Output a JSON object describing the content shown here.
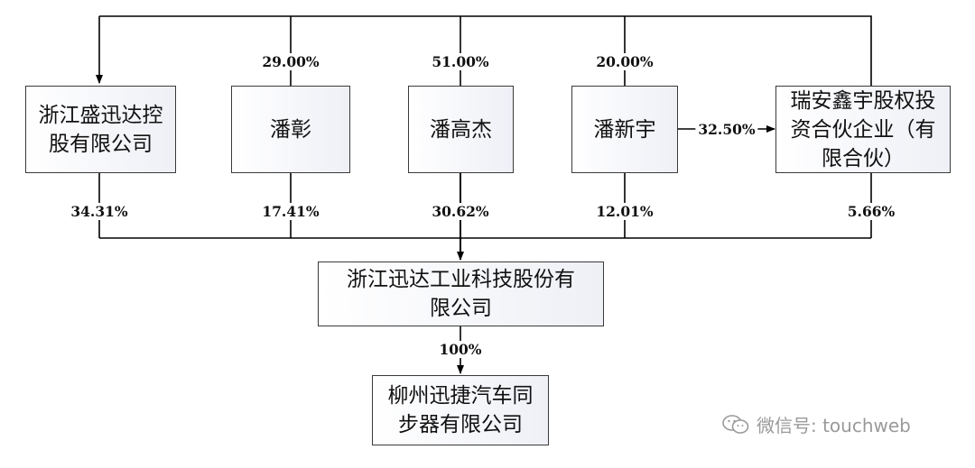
{
  "entities": {
    "zhejiang_shengxunda": "浙江盛迅达控股有限公司",
    "pan_zhang": "潘彰",
    "pan_gaojie": "潘高杰",
    "pan_xinyu": "潘新宇",
    "ruian_xinyu": "瑞安鑫宇股权投资合伙企业（有限合伙）",
    "zhejiang_xunda": "浙江迅达工业科技股份有限公司",
    "liuzhou_xunjie": "柳州迅捷汽车同步器有限公司"
  },
  "percentages": {
    "pan_zhang_to_shengxunda": "29.00%",
    "pan_gaojie_to_shengxunda": "51.00%",
    "pan_xinyu_to_shengxunda": "20.00%",
    "pan_xinyu_to_ruian": "32.50%",
    "shengxunda_to_xunda": "34.31%",
    "pan_zhang_to_xunda": "17.41%",
    "pan_gaojie_to_xunda": "30.62%",
    "pan_xinyu_to_xunda": "12.01%",
    "ruian_to_xunda": "5.66%",
    "xunda_to_liuzhou": "100%"
  },
  "watermark": "微信号: touchweb",
  "colors": {
    "line": "#000000",
    "box_border": "#3a3a3a",
    "box_fill_end": "#eef0f6",
    "watermark": "#9a9a9a"
  }
}
